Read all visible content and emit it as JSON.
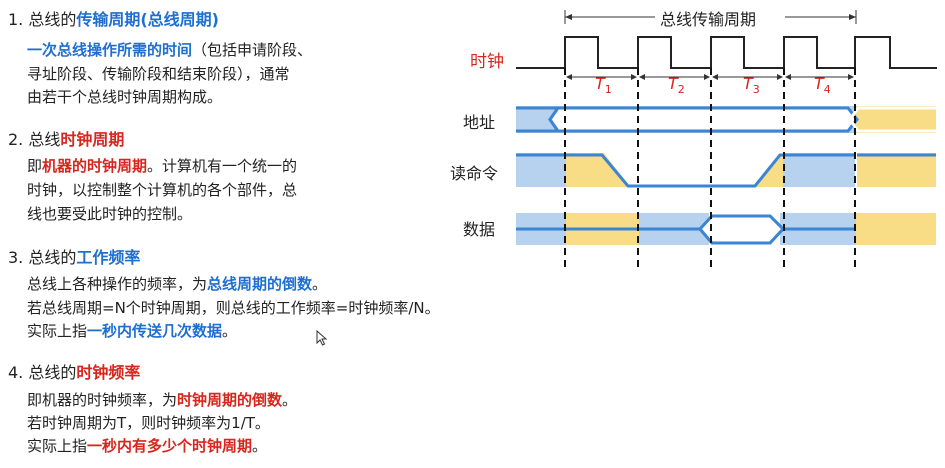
{
  "sections": [
    {
      "heading": {
        "prefix": "1. 总线的",
        "highlight": "传输周期(总线周期)",
        "highlight_color": "blue"
      },
      "lines": [
        [
          {
            "t": "一次总线操作所需的时间",
            "s": "blue"
          },
          {
            "t": "（包括申请阶段、",
            "s": ""
          }
        ],
        [
          {
            "t": "寻址阶段、传输阶段和结束阶段），通常",
            "s": ""
          }
        ],
        [
          {
            "t": "由若干个总线时钟周期构成。",
            "s": ""
          }
        ]
      ]
    },
    {
      "heading": {
        "prefix": "2. 总线",
        "highlight": "时钟周期",
        "highlight_color": "red"
      },
      "lines": [
        [
          {
            "t": "即",
            "s": ""
          },
          {
            "t": "机器的时钟周期",
            "s": "red"
          },
          {
            "t": "。计算机有一个统一的",
            "s": ""
          }
        ],
        [
          {
            "t": "时钟，以控制整个计算机的各个部件，总",
            "s": ""
          }
        ],
        [
          {
            "t": "线也要受此时钟的控制。",
            "s": ""
          }
        ]
      ]
    },
    {
      "heading": {
        "prefix": "3. 总线的",
        "highlight": "工作频率",
        "highlight_color": "blue"
      },
      "lines": [
        [
          {
            "t": "总线上各种操作的频率，为",
            "s": ""
          },
          {
            "t": "总线周期的倒数",
            "s": "blue"
          },
          {
            "t": "。",
            "s": ""
          }
        ],
        [
          {
            "t": "若总线周期=N个时钟周期，则总线的工作频率=时钟频率/N。",
            "s": ""
          }
        ],
        [
          {
            "t": "实际上指",
            "s": ""
          },
          {
            "t": "一秒内传送几次数据",
            "s": "blue"
          },
          {
            "t": "。",
            "s": ""
          }
        ]
      ]
    },
    {
      "heading": {
        "prefix": "4. 总线的",
        "highlight": "时钟频率",
        "highlight_color": "red"
      },
      "lines": [
        [
          {
            "t": "即机器的时钟频率，为",
            "s": ""
          },
          {
            "t": "时钟周期的倒数",
            "s": "red"
          },
          {
            "t": "。",
            "s": ""
          }
        ],
        [
          {
            "t": "若时钟周期为T，则时钟频率为1/T。",
            "s": ""
          }
        ],
        [
          {
            "t": "实际上指",
            "s": ""
          },
          {
            "t": "一秒内有多少个时钟周期",
            "s": "red"
          },
          {
            "t": "。",
            "s": ""
          }
        ]
      ]
    }
  ],
  "diagram": {
    "bus_period_label": "总线传输周期",
    "clock_label": "时钟",
    "period_labels": [
      "T",
      "T",
      "T",
      "T"
    ],
    "period_subscripts": [
      "1",
      "2",
      "3",
      "4"
    ],
    "signals": [
      {
        "label": "地址"
      },
      {
        "label": "读命令"
      },
      {
        "label": "数据"
      }
    ]
  },
  "colors": {
    "blue_text": "#1f6fd0",
    "red_text": "#d7261e",
    "signal_blue_fill": "#b7d2ee",
    "signal_yellow_fill": "#f8dc86",
    "signal_line": "#3a86d4"
  },
  "cursor_icon": "mouse-pointer-icon"
}
